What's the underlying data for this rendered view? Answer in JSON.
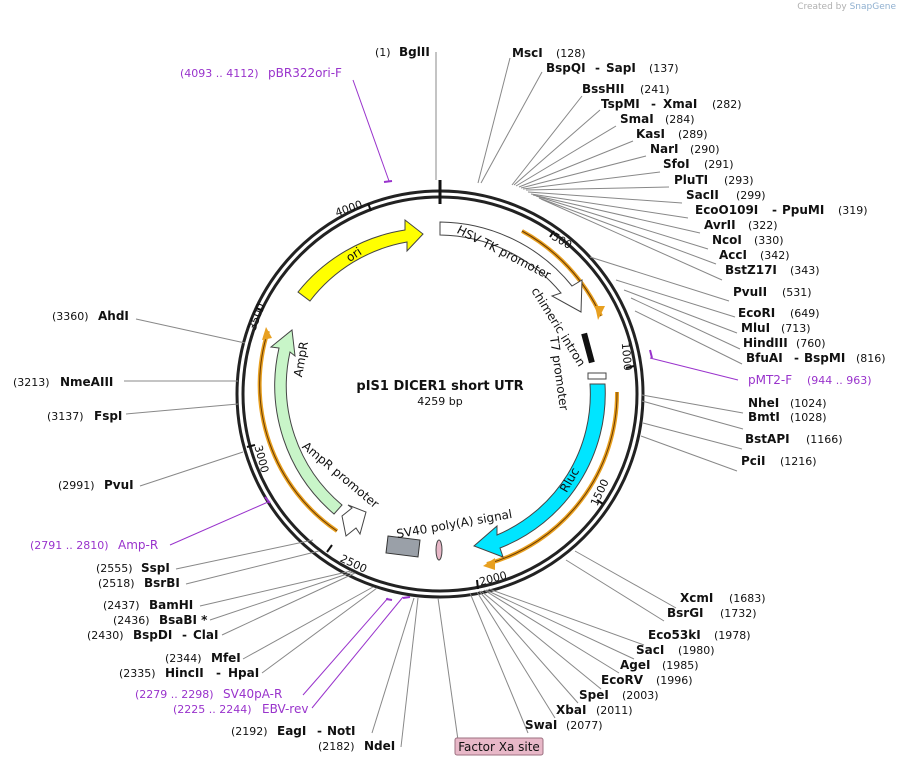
{
  "watermark": {
    "created_by": "Created by",
    "brand": "SnapGene"
  },
  "plasmid": {
    "name": "pIS1 DICER1 short UTR",
    "length_label": "4259 bp",
    "length": 4259
  },
  "ticks": [
    {
      "pos": 500,
      "label": "500"
    },
    {
      "pos": 1000,
      "label": "1000"
    },
    {
      "pos": 1500,
      "label": "1500"
    },
    {
      "pos": 2000,
      "label": "2000"
    },
    {
      "pos": 2500,
      "label": "2500"
    },
    {
      "pos": 3000,
      "label": "3000"
    },
    {
      "pos": 3500,
      "label": "3500"
    },
    {
      "pos": 4000,
      "label": "4000"
    }
  ],
  "features": [
    {
      "name": "HSV TK promoter",
      "start": 1,
      "end": 753,
      "color": "#ffffff"
    },
    {
      "name": "chimeric intron",
      "start": 757,
      "end": 889,
      "color": "#ffffff"
    },
    {
      "name": "T7 promoter",
      "start": 926,
      "end": 944,
      "color": "#ffffff"
    },
    {
      "name": "Rluc",
      "start": 960,
      "end": 1895,
      "color": "#00e5ff"
    },
    {
      "name": "SV40 poly(A) signal",
      "start": 2032,
      "end": 2153,
      "color": "#ffffff"
    },
    {
      "name": "AmpR promoter",
      "start": 2374,
      "end": 2478,
      "color": "#ffffff"
    },
    {
      "name": "AmpR",
      "start": 2479,
      "end": 3339,
      "color": "#c8f5c8"
    },
    {
      "name": "ori",
      "start": 3510,
      "end": 4098,
      "color": "#ffff00"
    }
  ],
  "labels": {
    "factor_xa": "Factor Xa site",
    "pmt2f": "pMT2-F",
    "pmt2f_range": "(944 .. 963)",
    "pbr322": "pBR322ori-F",
    "pbr322_range": "(4093 .. 4112)",
    "ampr_primer": "Amp-R",
    "ampr_primer_range": "(2791 .. 2810)",
    "sv40pa": "SV40pA-R",
    "sv40pa_range": "(2279 .. 2298)",
    "ebv": "EBV-rev",
    "ebv_range": "(2225 .. 2244)"
  },
  "sites_right": [
    {
      "name": "MscI",
      "num": "(128)"
    },
    {
      "name": "BspQI",
      "name2": "SapI",
      "num": "(137)"
    },
    {
      "name": "BssHII",
      "num": "(241)"
    },
    {
      "name": "TspMI",
      "name2": "XmaI",
      "num": "(282)"
    },
    {
      "name": "SmaI",
      "num": "(284)"
    },
    {
      "name": "KasI",
      "num": "(289)"
    },
    {
      "name": "NarI",
      "num": "(290)"
    },
    {
      "name": "SfoI",
      "num": "(291)"
    },
    {
      "name": "PluTI",
      "num": "(293)"
    },
    {
      "name": "SacII",
      "num": "(299)"
    },
    {
      "name": "EcoO109I",
      "name2": "PpuMI",
      "num": "(319)"
    },
    {
      "name": "AvrII",
      "num": "(322)"
    },
    {
      "name": "NcoI",
      "num": "(330)"
    },
    {
      "name": "AccI",
      "num": "(342)"
    },
    {
      "name": "BstZ17I",
      "num": "(343)"
    },
    {
      "name": "PvuII",
      "num": "(531)"
    },
    {
      "name": "EcoRI",
      "num": "(649)"
    },
    {
      "name": "MluI",
      "num": "(713)"
    },
    {
      "name": "HindIII",
      "num": "(760)"
    },
    {
      "name": "BfuAI",
      "name2": "BspMI",
      "num": "(816)"
    },
    {
      "name": "NheI",
      "num": "(1024)"
    },
    {
      "name": "BmtI",
      "num": "(1028)"
    },
    {
      "name": "BstAPI",
      "num": "(1166)"
    },
    {
      "name": "PciI",
      "num": "(1216)"
    },
    {
      "name": "XcmI",
      "num": "(1683)"
    },
    {
      "name": "BsrGI",
      "num": "(1732)"
    },
    {
      "name": "Eco53kI",
      "num": "(1978)"
    },
    {
      "name": "SacI",
      "num": "(1980)"
    },
    {
      "name": "AgeI",
      "num": "(1985)"
    },
    {
      "name": "EcoRV",
      "num": "(1996)"
    },
    {
      "name": "SpeI",
      "num": "(2003)"
    },
    {
      "name": "XbaI",
      "num": "(2011)"
    },
    {
      "name": "SwaI",
      "num": "(2077)"
    }
  ],
  "sites_left": [
    {
      "num": "(1)",
      "name": "BglII"
    },
    {
      "num": "(3360)",
      "name": "AhdI"
    },
    {
      "num": "(3213)",
      "name": "NmeAIII"
    },
    {
      "num": "(3137)",
      "name": "FspI"
    },
    {
      "num": "(2991)",
      "name": "PvuI"
    },
    {
      "num": "(2555)",
      "name": "SspI"
    },
    {
      "num": "(2518)",
      "name": "BsrBI"
    },
    {
      "num": "(2437)",
      "name": "BamHI"
    },
    {
      "num": "(2436)",
      "name": "BsaBI *"
    },
    {
      "num": "(2430)",
      "name": "BspDI",
      "name2": "ClaI"
    },
    {
      "num": "(2344)",
      "name": "MfeI"
    },
    {
      "num": "(2335)",
      "name": "HincII",
      "name2": "HpaI"
    },
    {
      "num": "(2192)",
      "name": "EagI",
      "name2": "NotI"
    },
    {
      "num": "(2182)",
      "name": "NdeI"
    }
  ]
}
